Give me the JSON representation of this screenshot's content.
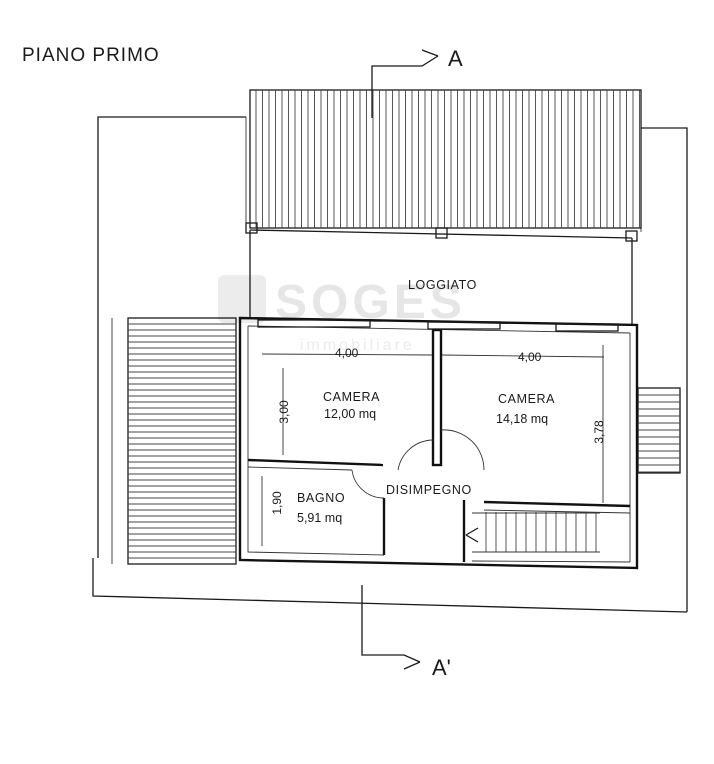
{
  "title": "PIANO PRIMO",
  "section_marks": {
    "top": "A",
    "bottom": "A'"
  },
  "watermark": {
    "brand": "SOGES",
    "subtitle": "immobiliare"
  },
  "rooms": {
    "loggiato": {
      "name": "LOGGIATO"
    },
    "camera_left": {
      "name": "CAMERA",
      "area": "12,00 mq"
    },
    "camera_right": {
      "name": "CAMERA",
      "area": "14,18 mq"
    },
    "bagno": {
      "name": "BAGNO",
      "area": "5,91 mq"
    },
    "disimpegno": {
      "name": "DISIMPEGNO"
    }
  },
  "dimensions": {
    "camera_left_width": "4,00",
    "camera_left_depth": "3,00",
    "camera_right_width": "4,00",
    "camera_right_depth": "3,78",
    "bagno_depth": "1,90"
  },
  "colors": {
    "ink": "#1a1a1a",
    "watermark": "#e6e6e6"
  }
}
